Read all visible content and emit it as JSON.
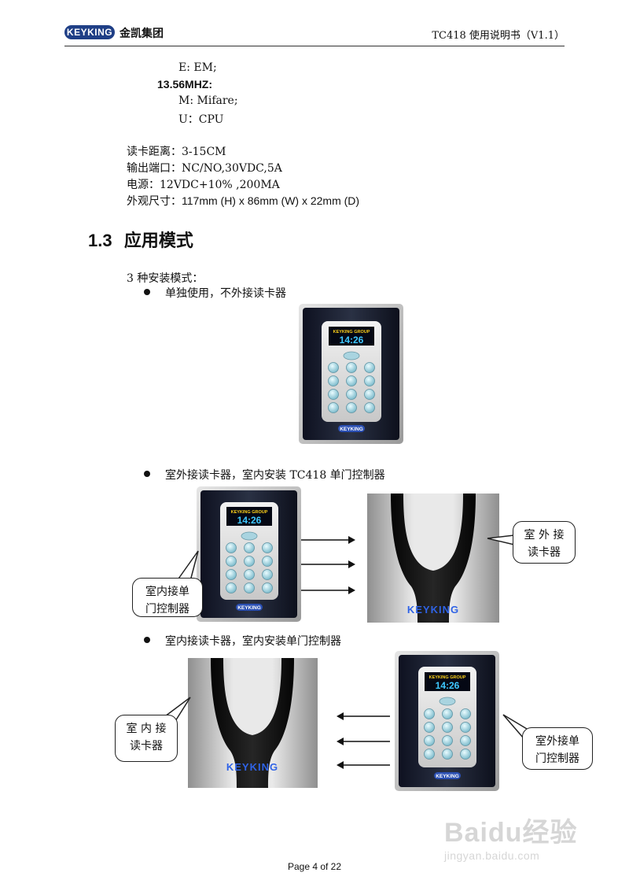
{
  "header": {
    "logo_text": "KEYKING",
    "company": "金凯集团",
    "doc_title": "TC418 使用说明书（V1.1）"
  },
  "specs": {
    "em": "E: EM;",
    "freq": "13.56MHZ:",
    "mifare": "M: Mifare;",
    "cpu": "U：CPU",
    "distance": "读卡距离：3-15CM",
    "output": "输出端口：NC/NO,30VDC,5A",
    "power": "电源：12VDC+10% ,200MA",
    "dims_label": "外观尺寸：",
    "dims_value": "117mm (H) x 86mm (W) x 22mm (D)"
  },
  "section": {
    "number": "1.3",
    "title": "应用模式",
    "intro": "3 种安装模式："
  },
  "bullets": [
    "单独使用，不外接读卡器",
    "室外接读卡器，室内安装 TC418 单门控制器",
    "室内接读卡器，室内安装单门控制器"
  ],
  "device": {
    "brand_label": "KEYKING GROUP",
    "time": "14:26",
    "badge": "KEYKING"
  },
  "reader": {
    "badge": "KEYKING"
  },
  "callouts": {
    "indoor_controller": [
      "室内接单",
      "门控制器"
    ],
    "outdoor_reader": [
      "室 外 接",
      "读卡器"
    ],
    "indoor_reader": [
      "室 内 接",
      "读卡器"
    ],
    "outdoor_controller": [
      "室外接单",
      "门控制器"
    ]
  },
  "footer": {
    "page": "Page 4 of 22"
  },
  "watermark": {
    "brand": "Baidu经验",
    "url": "jingyan.baidu.com"
  },
  "colors": {
    "logo_blue": "#1f3f86",
    "screen_text": "#3ec8ff",
    "brand_yellow": "#ffd21a"
  },
  "icons": [
    "bullet-icon",
    "arrow-right-icon",
    "arrow-left-icon"
  ]
}
